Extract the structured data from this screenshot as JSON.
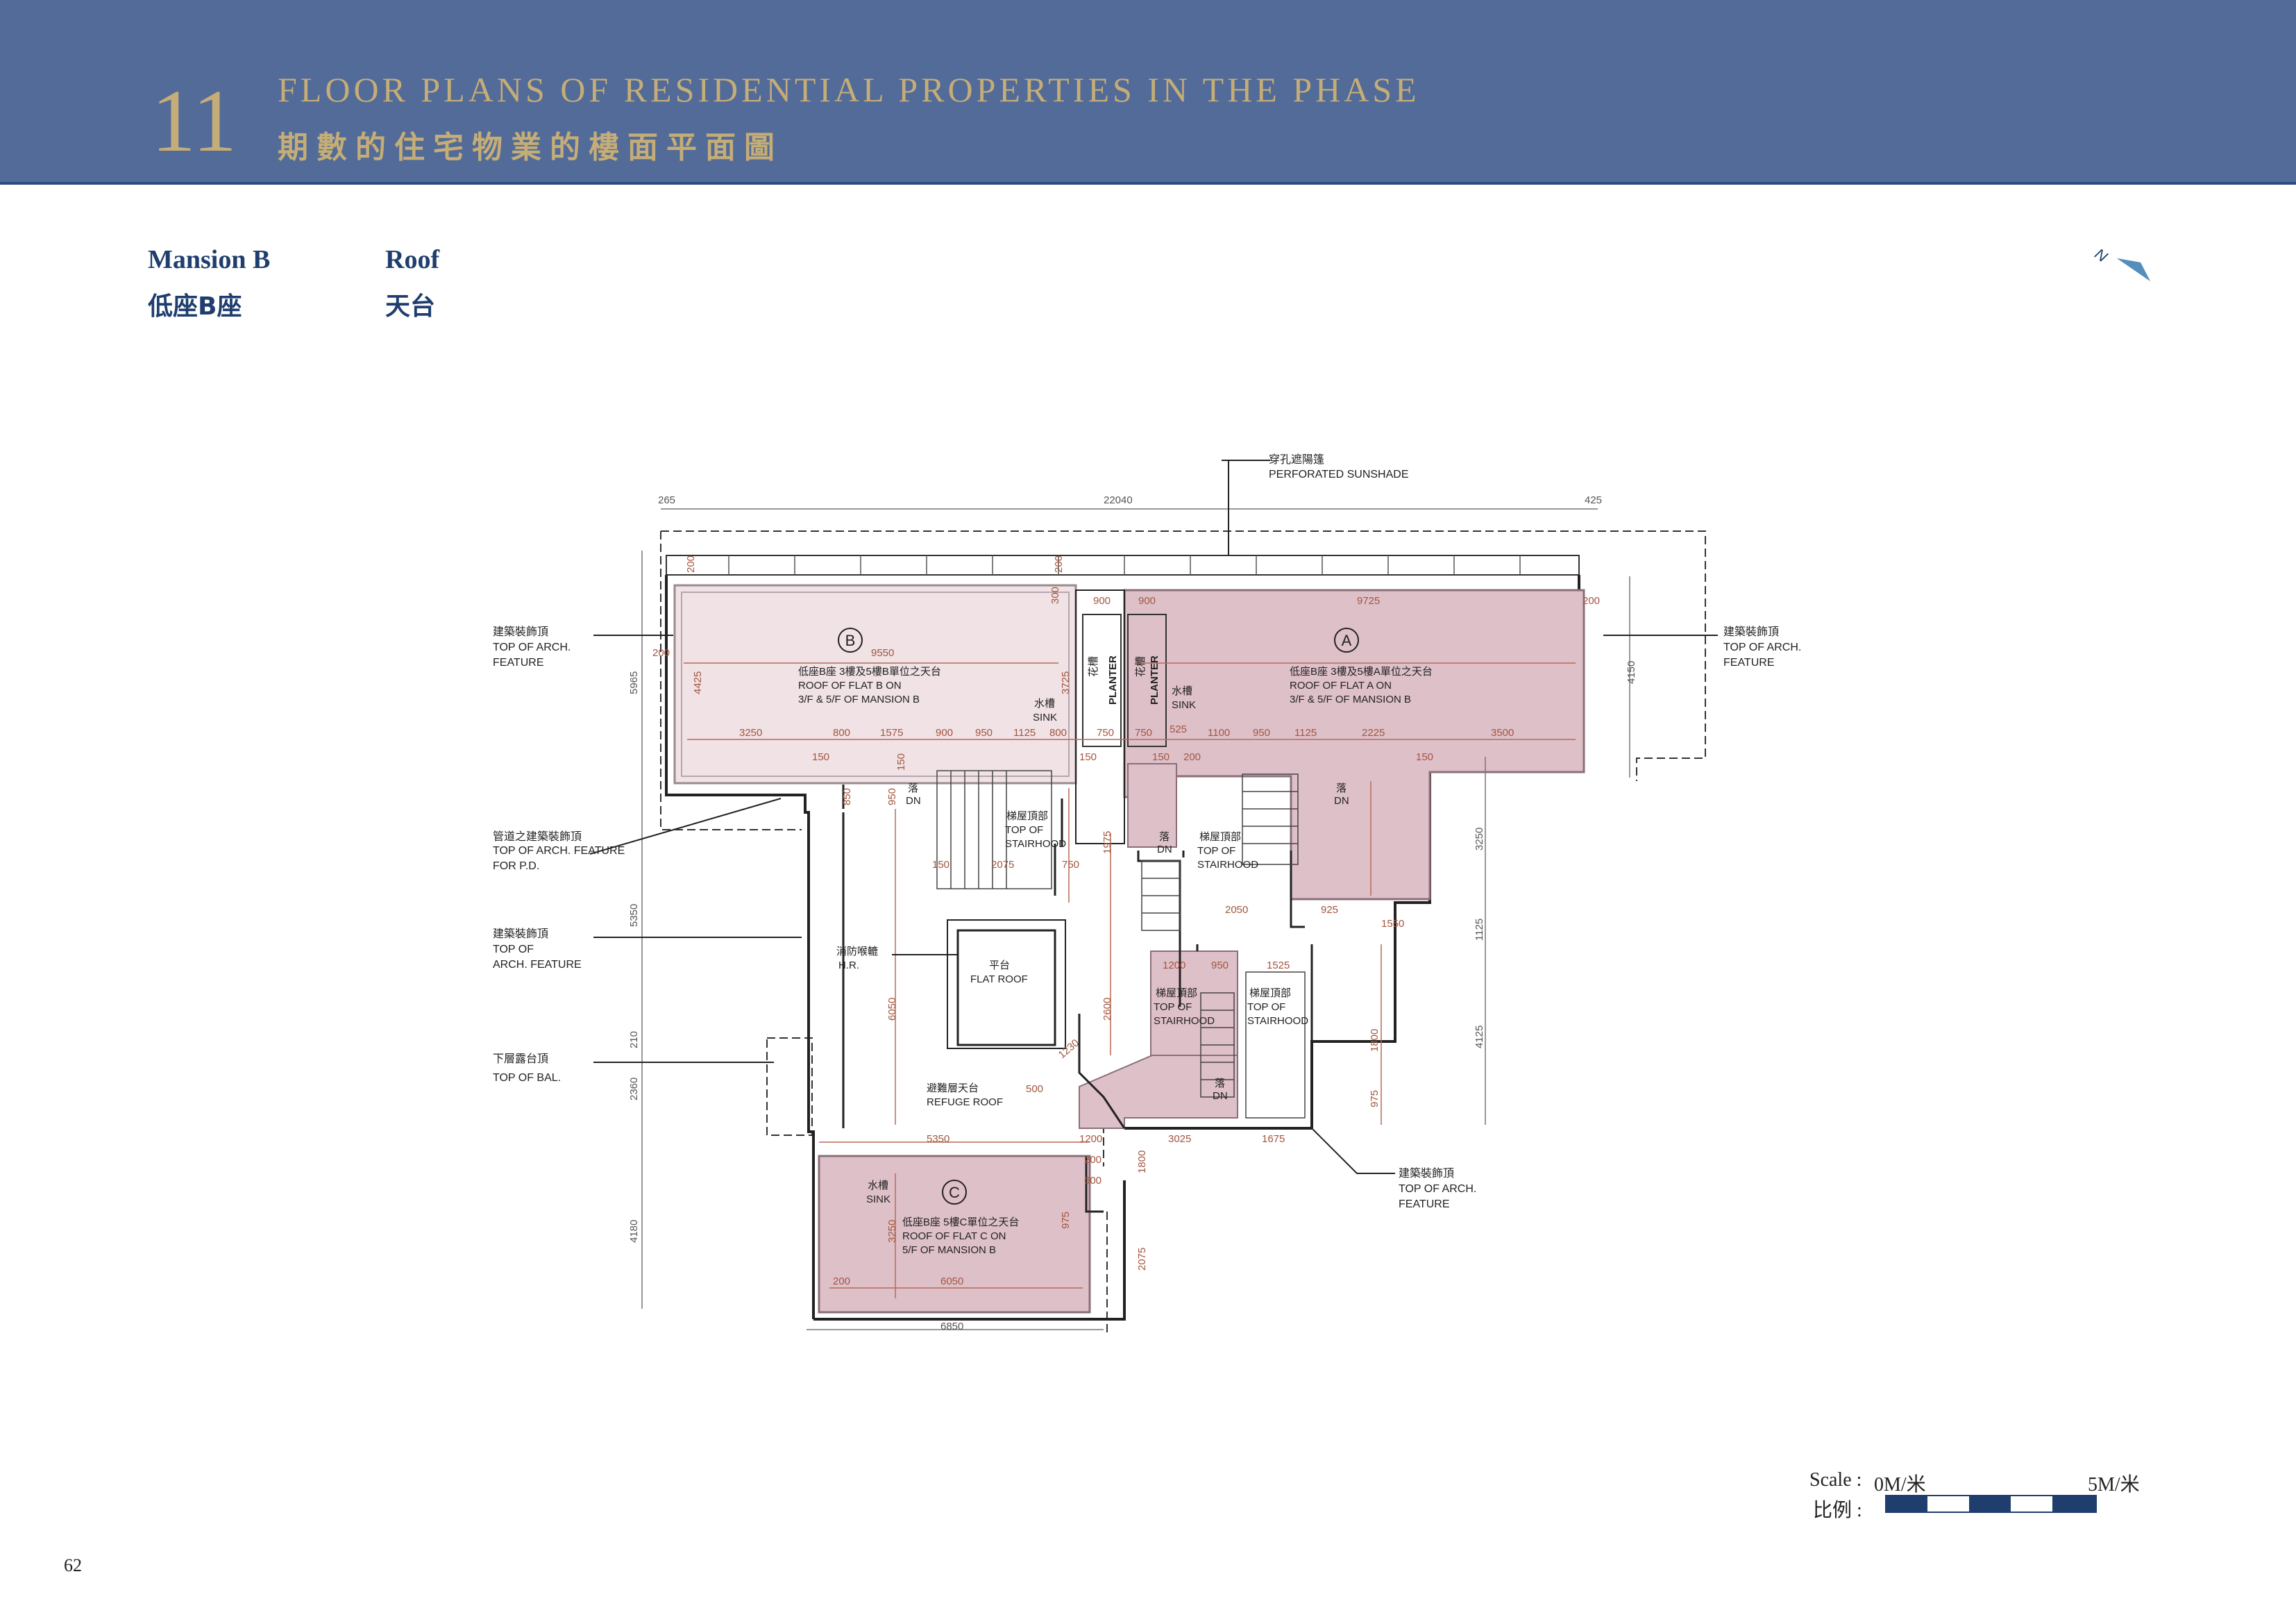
{
  "section": {
    "number": "11",
    "title_en": "FLOOR PLANS OF RESIDENTIAL PROPERTIES IN THE PHASE",
    "title_zh": "期數的住宅物業的樓面平面圖"
  },
  "subheader": {
    "block_en": "Mansion B",
    "block_zh": "低座B座",
    "floor_en": "Roof",
    "floor_zh": "天台"
  },
  "north_label": "N",
  "plan": {
    "markers": {
      "a": "A",
      "b": "B",
      "c": "C"
    },
    "dims": {
      "top_total": "22040",
      "top_left": "265",
      "top_right": "425",
      "d9725": "9725",
      "d9550": "9550",
      "d4425": "4425",
      "d5965": "5965",
      "d4150": "4150",
      "d3725": "3725",
      "d900a": "900",
      "d900b": "900",
      "d200a": "200",
      "d200b": "200",
      "d200c": "200",
      "d200d": "200",
      "d300": "300",
      "d3250": "3250",
      "d800a": "800",
      "d1575": "1575",
      "d900": "900",
      "d950": "950",
      "d1125": "1125",
      "d800b": "800",
      "d750a": "750",
      "d750b": "750",
      "d525": "525",
      "d1100": "1100",
      "d950b": "950",
      "d1125b": "1125",
      "d2225": "2225",
      "d3500": "3500",
      "d150a": "150",
      "d150b": "150",
      "d150c": "150",
      "d150d": "150",
      "d150e": "150",
      "d5350": "5350",
      "d6050v": "6050",
      "d2360": "2360",
      "d4180": "4180",
      "d210": "210",
      "d1975": "1975",
      "d2600": "2600",
      "d2050": "2050",
      "d925": "925",
      "d1550": "1550",
      "d1200": "1200",
      "d950c": "950",
      "d1525": "1525",
      "d1800": "1800",
      "d975": "975",
      "d3250v": "3250",
      "d1125v": "1125",
      "d4125": "4125",
      "d1230": "1230",
      "d500": "500",
      "d5350h": "5350",
      "d1200b": "1200",
      "d3025": "3025",
      "d1675": "1675",
      "d200e": "200",
      "d600": "600",
      "d975b": "975",
      "d1800b": "1800",
      "d2075": "2075",
      "d3250c": "3250",
      "d6050": "6050",
      "d200f": "200",
      "d200g": "200",
      "d6850": "6850",
      "d2075b": "2075",
      "d150f": "150",
      "d750c": "750",
      "d850": "850",
      "d950d": "950"
    },
    "rooms": {
      "b_zh": "低座B座 3樓及5樓B單位之天台",
      "b_en1": "ROOF OF FLAT B ON",
      "b_en2": "3/F & 5/F OF MANSION B",
      "a_zh": "低座B座 3樓及5樓A單位之天台",
      "a_en1": "ROOF OF FLAT A ON",
      "a_en2": "3/F & 5/F OF MANSION B",
      "c_zh": "低座B座 5樓C單位之天台",
      "c_en1": "ROOF OF FLAT C ON",
      "c_en2": "5/F OF MANSION B",
      "sink_zh": "水槽",
      "sink_en": "SINK",
      "planter_zh": "花槽",
      "planter_en": "PLANTER",
      "dn_zh": "落",
      "dn_en": "DN",
      "stair_zh": "梯屋頂部",
      "stair_en1": "TOP OF",
      "stair_en2": "STAIRHOOD",
      "flat_zh": "平台",
      "flat_en": "FLAT ROOF",
      "hr_zh": "消防喉轆",
      "hr_en": "H.R.",
      "refuge_zh": "避難層天台",
      "refuge_en": "REFUGE ROOF"
    },
    "callouts": {
      "sunshade_zh": "穿孔遮陽篷",
      "sunshade_en": "PERFORATED SUNSHADE",
      "arch_zh": "建築裝飾頂",
      "arch_en1": "TOP  OF ARCH.",
      "arch_en2": "FEATURE",
      "arch_top_en1": "TOP OF",
      "arch_top_en2": "ARCH. FEATURE",
      "pd_zh": "管道之建築裝飾頂",
      "pd_en1": "TOP OF ARCH. FEATURE",
      "pd_en2": "FOR P.D.",
      "bal_zh": "下層露台頂",
      "bal_en": "TOP OF BAL.",
      "arch_br_en1": "TOP  OF ARCH.",
      "arch_br_en2": "FEATURE"
    }
  },
  "scale": {
    "label_en": "Scale :",
    "label_zh": "比例 :",
    "start": "0M/米",
    "end": "5M/米"
  },
  "page_number": "62",
  "colors": {
    "banner": "#536b98",
    "gold": "#c4ad77",
    "navy": "#1f3e6e",
    "roof_pink": "#e3ccd2",
    "roof_mauve": "#c9a0ad"
  }
}
